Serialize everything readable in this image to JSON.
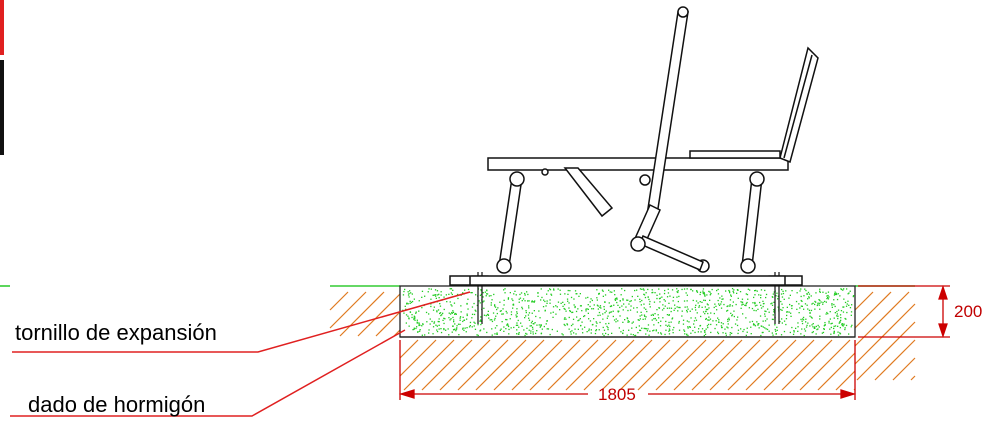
{
  "labels": {
    "anchor": "tornillo de expansión",
    "base": "dado de hormigón"
  },
  "dimensions": {
    "height": "200",
    "width": "1805"
  },
  "colors": {
    "ground_line": "#33cc33",
    "concrete_dots": "#22cc22",
    "hatch": "#e07a20",
    "leader": "#e02020",
    "dimension": "#cc0000",
    "machine": "#111111"
  }
}
